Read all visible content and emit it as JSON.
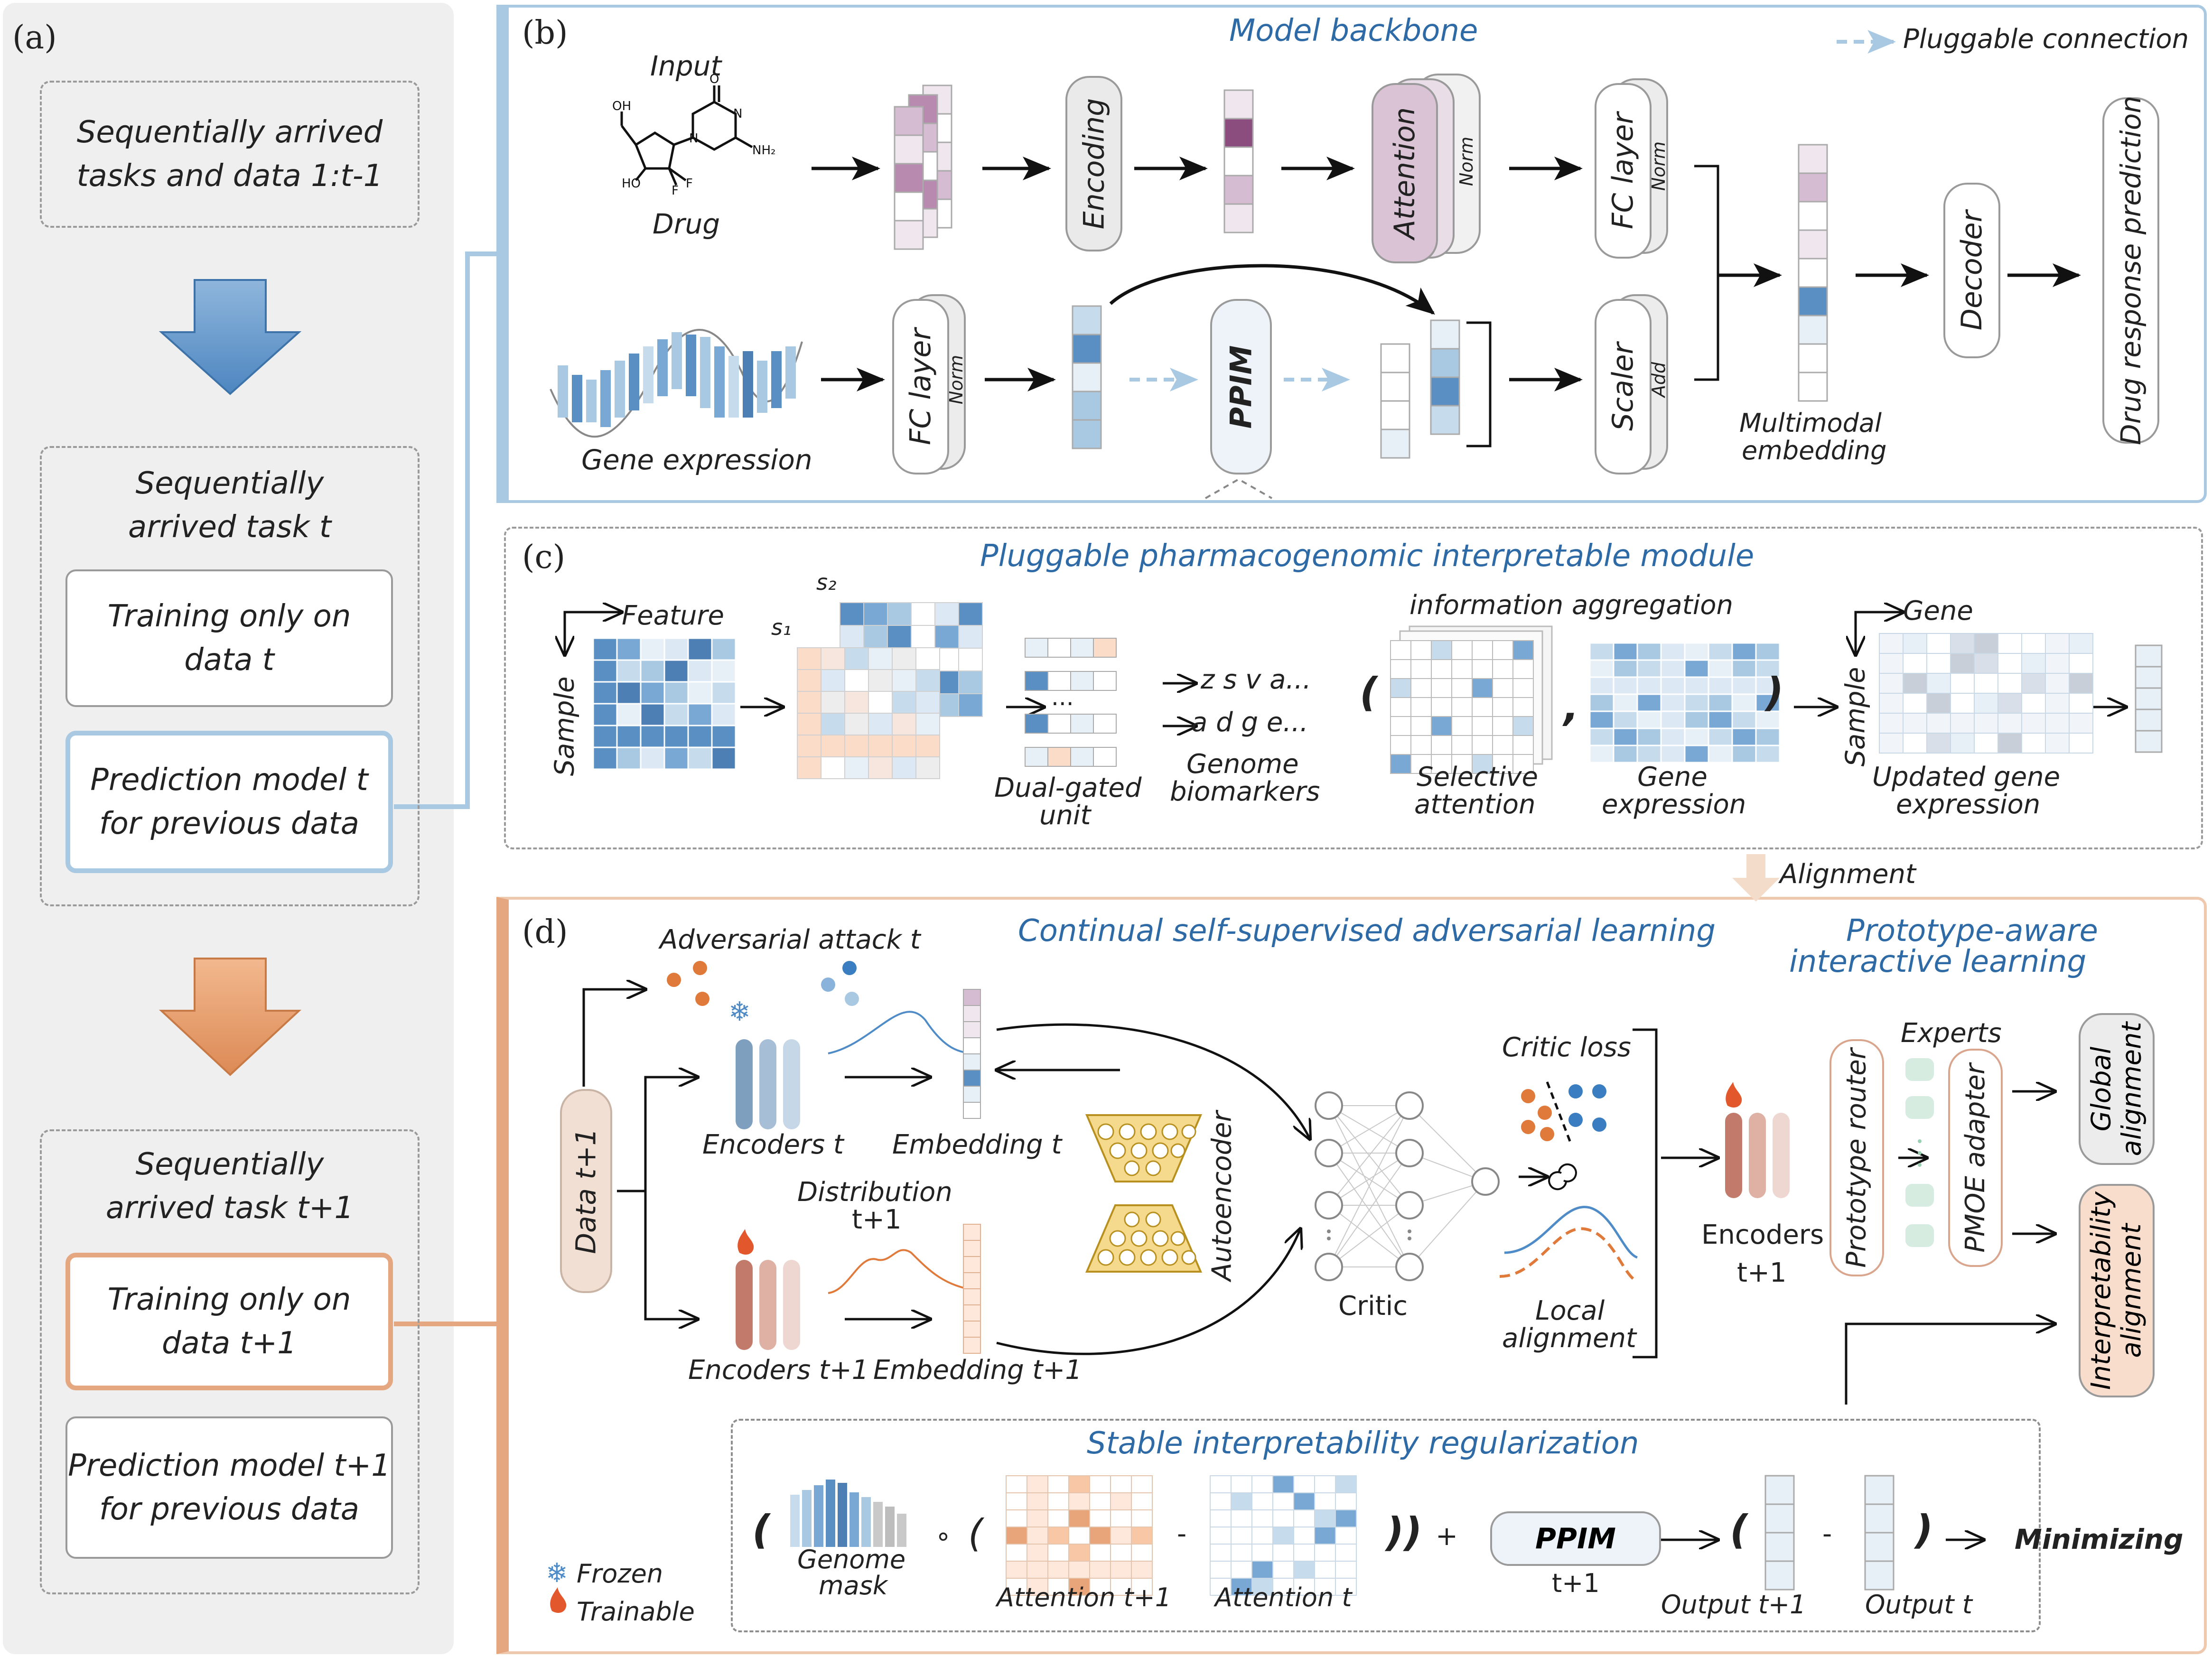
{
  "panel_a": {
    "label": "(a)",
    "box1": [
      "Sequentially arrived",
      "tasks and data 1:t-1"
    ],
    "box2_title": [
      "Sequentially",
      "arrived task t"
    ],
    "box2_train": [
      "Training only on",
      "data t"
    ],
    "box2_pred": [
      "Prediction model t",
      "for previous data"
    ],
    "box3_title": [
      "Sequentially",
      "arrived task t+1"
    ],
    "box3_train": [
      "Training only on",
      "data t+1"
    ],
    "box3_pred": [
      "Prediction model t+1",
      "for previous data"
    ]
  },
  "panel_b": {
    "label": "(b)",
    "title": "Model backbone",
    "legend": "Pluggable connection",
    "input": "Input",
    "drug": "Drug",
    "gene_expression": "Gene expression",
    "encoding": "Encoding",
    "attention": "Attention",
    "norm": "Norm",
    "fc_layer": "FC layer",
    "ppim": "PPIM",
    "scaler": "Scaler",
    "add": "Add",
    "multimodal": [
      "Multimodal",
      "embedding"
    ],
    "decoder": "Decoder",
    "prediction": "Drug response prediction"
  },
  "panel_c": {
    "label": "(c)",
    "title": "Pluggable pharmacogenomic interpretable module",
    "feature": "Feature",
    "sample": "Sample",
    "s1": "s₁",
    "s2": "s₂",
    "dots": "...",
    "seq1": "z s v a...",
    "seq2": "a d g e...",
    "dual_gated": [
      "Dual-gated",
      "unit"
    ],
    "genome_biomarkers": [
      "Genome",
      "biomarkers"
    ],
    "info_aggregation": "information aggregation",
    "selective_attention": [
      "Selective",
      "attention"
    ],
    "gene_expression": [
      "Gene",
      "expression"
    ],
    "gene": "Gene",
    "updated": [
      "Updated gene",
      "expression"
    ],
    "paren_open": "(",
    "comma": ",",
    "paren_close": ")",
    "alignment": "Alignment"
  },
  "panel_d": {
    "label": "(d)",
    "title_left": "Continual self-supervised adversarial learning",
    "title_right": [
      "Prototype-aware",
      "interactive learning"
    ],
    "adversarial": "Adversarial attack t",
    "data": "Data t+1",
    "encoders_t": "Encoders t",
    "embedding_t": "Embedding t",
    "distribution": [
      "Distribution",
      "t+1"
    ],
    "encoders_t1": "Encoders t+1",
    "embedding_t1": "Embedding t+1",
    "autoencoder": "Autoencoder",
    "critic": "Critic",
    "critic_loss": "Critic loss",
    "local_alignment": [
      "Local",
      "alignment"
    ],
    "encoders_r": [
      "Encoders",
      "t+1"
    ],
    "prototype_router": "Prototype router",
    "experts": "Experts",
    "pmoe": "PMOE adapter",
    "global_alignment": [
      "Global",
      "alignment"
    ],
    "interp_alignment": [
      "Interpretability",
      "alignment"
    ],
    "stable_title": "Stable interpretability regularization",
    "genome_mask": [
      "Genome",
      "mask"
    ],
    "attention_t1": "Attention t+1",
    "attention_t": "Attention t",
    "ppim": "PPIM",
    "ppim_sub": "t+1",
    "output_t1": "Output t+1",
    "output_t": "Output t",
    "minimizing": "Minimizing",
    "frozen": "Frozen",
    "trainable": "Trainable",
    "paren_open": "(",
    "paren_close": ")",
    "circ": "∘",
    "minus": "-",
    "close2": "))",
    "plus": "+",
    "snow": "❄"
  },
  "colors": {
    "blue_accent": "#2e6aa5",
    "blue_light": "#a9c9e3",
    "orange_accent": "#e4a77f",
    "gray_panel": "#efefef",
    "purple_cell": "#b98ab0",
    "orange_dot": "#e07a3a",
    "blue_dot": "#3a7dc0"
  }
}
